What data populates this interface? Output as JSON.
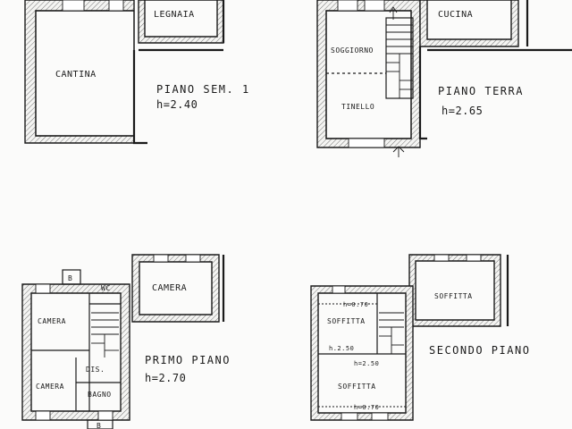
{
  "floors": {
    "semi_basement": {
      "title": "PIANO SEM. 1",
      "height": "h=2.40",
      "rooms": {
        "legnaia": "LEGNAIA",
        "cantina": "CANTINA"
      }
    },
    "ground": {
      "title": "PIANO TERRA",
      "height": "h=2.65",
      "rooms": {
        "cucina": "CUCINA",
        "soggiorno": "SOGGIORNO",
        "tinello": "TINELLO"
      }
    },
    "first": {
      "title": "PRIMO PIANO",
      "height": "h=2.70",
      "rooms": {
        "camera_top": "CAMERA",
        "camera_left": "CAMERA",
        "camera_bottom": "CAMERA",
        "wc": "WC",
        "dis": "DIS.",
        "bagno": "BAGNO",
        "b_top": "B",
        "b_bottom": "B"
      }
    },
    "second": {
      "title": "SECONDO PIANO",
      "rooms": {
        "soffitta_top": "SOFFITTA",
        "soffitta_mid": "SOFFITTA",
        "soffitta_bottom": "SOFFITTA"
      },
      "heights": {
        "h070_top": "h=0.70",
        "h250_a": "h.2.50",
        "h250_b": "h=2.50",
        "h070_bottom": "h=0.70"
      }
    }
  }
}
